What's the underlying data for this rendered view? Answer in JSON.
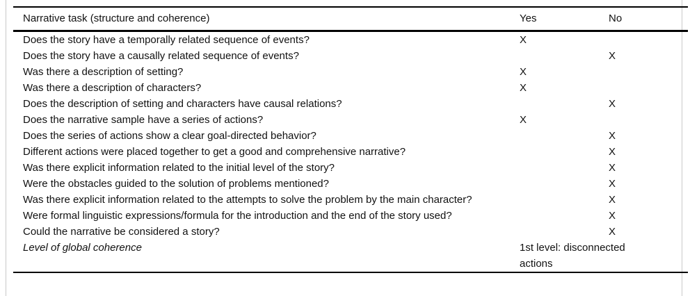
{
  "colors": {
    "rule": "#000000",
    "frame_border": "#c9c9c9",
    "text": "#111111",
    "background": "#ffffff"
  },
  "table": {
    "headers": {
      "task": "Narrative task (structure and coherence)",
      "yes": "Yes",
      "no": "No"
    },
    "rows": [
      {
        "task": "Does the story have a temporally related sequence of events?",
        "yes": "X",
        "no": ""
      },
      {
        "task": "Does the story have a causally related sequence of events?",
        "yes": "",
        "no": "X"
      },
      {
        "task": "Was there a description of setting?",
        "yes": "X",
        "no": ""
      },
      {
        "task": "Was there a description of characters?",
        "yes": "X",
        "no": ""
      },
      {
        "task": "Does the description of setting and characters have causal relations?",
        "yes": "",
        "no": "X"
      },
      {
        "task": "Does the narrative sample have a series of actions?",
        "yes": "X",
        "no": ""
      },
      {
        "task": "Does the series of actions show a clear goal-directed behavior?",
        "yes": "",
        "no": "X"
      },
      {
        "task": "Different actions were placed together to get a good and comprehensive narrative?",
        "yes": "",
        "no": "X"
      },
      {
        "task": "Was there explicit information related to the initial level of the story?",
        "yes": "",
        "no": "X"
      },
      {
        "task": "Were the obstacles guided to the solution of problems mentioned?",
        "yes": "",
        "no": "X"
      },
      {
        "task": "Was there explicit information related to the attempts to solve the problem by the main character?",
        "yes": "",
        "no": "X"
      },
      {
        "task": "Were formal linguistic expressions/formula for the introduction and the end of the story used?",
        "yes": "",
        "no": "X"
      },
      {
        "task": "Could the narrative be considered a story?",
        "yes": "",
        "no": "X"
      },
      {
        "task": "Level of global coherence",
        "task_italic": true,
        "yes": "1st level: disconnected actions",
        "no": ""
      }
    ]
  }
}
